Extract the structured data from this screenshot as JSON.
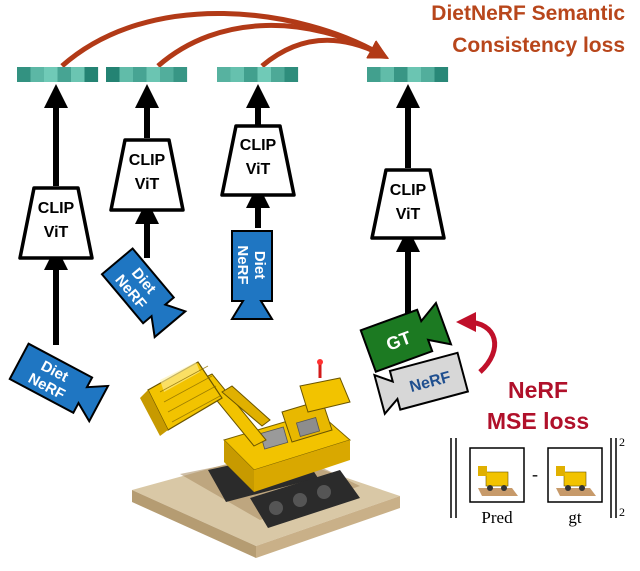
{
  "title": {
    "line1": "DietNeRF Semantic",
    "line2": "Consistency loss"
  },
  "encoder": {
    "line1": "CLIP",
    "line2": "ViT"
  },
  "cameras": {
    "diet_line1": "Diet",
    "diet_line2": "NeRF",
    "gt": "GT",
    "nerf": "NeRF"
  },
  "mse": {
    "line1": "NeRF",
    "line2": "MSE loss",
    "pred_label": "Pred",
    "gt_label": "gt",
    "minus": "-",
    "exponent": "2",
    "subscript": "2"
  },
  "colors": {
    "title": "#b8461b",
    "mse_title": "#b0102a",
    "diet_camera": "#1f76c2",
    "gt_camera": "#1c7a22",
    "nerf_camera": "#d7d7d7",
    "embed_dark": "#1a7a6a",
    "embed_light": "#7fd8c4",
    "curve_arrow": "#b23a17",
    "return_arrow": "#c0102a"
  },
  "icons": {
    "scene": "lego-bulldozer-scene",
    "thumbnail": "lego-bulldozer-thumbnail"
  }
}
